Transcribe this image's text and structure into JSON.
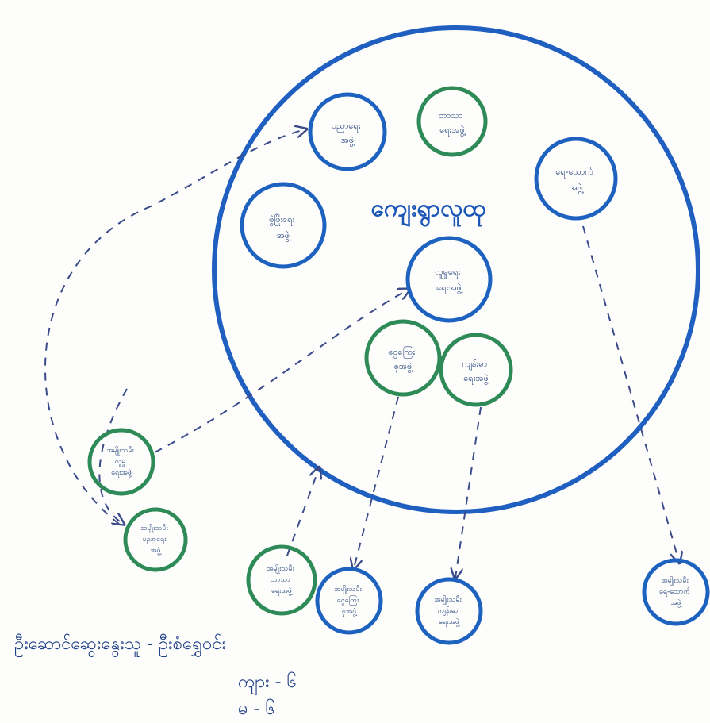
{
  "center": {
    "title": "ကျေးရွာလူထု"
  },
  "inner_groups": [
    {
      "id": "education",
      "line1": "ပညာရေး",
      "line2": "အဖွဲ့",
      "color": "blue"
    },
    {
      "id": "religion",
      "line1": "ဘာသာ",
      "line2": "ရေးအဖွဲ့",
      "color": "green"
    },
    {
      "id": "water",
      "line1": "ရေ-သောက်",
      "line2": "အဖွဲ့",
      "color": "blue"
    },
    {
      "id": "development",
      "line1": "ဖွံ့ဖြိုးရေး",
      "line2": "အဖွဲ့",
      "color": "blue"
    },
    {
      "id": "social",
      "line1": "လူမှုရေး",
      "line2": "ရေးအဖွဲ့",
      "color": "blue"
    },
    {
      "id": "finance",
      "line1": "ငွေကြေး",
      "line2": "စုအဖွဲ့",
      "color": "green"
    },
    {
      "id": "health",
      "line1": "ကျန်းမာ",
      "line2": "ရေးအဖွဲ့",
      "color": "green"
    }
  ],
  "outer_groups": [
    {
      "id": "w-social",
      "line1": "အမျိုးသမီး",
      "line2": "လူမှု",
      "line3": "ရေးအဖွဲ့",
      "color": "green"
    },
    {
      "id": "w-education",
      "line1": "အမျိုးသမီး",
      "line2": "ပညာရေး",
      "line3": "အဖွဲ့",
      "color": "green"
    },
    {
      "id": "w-religion",
      "line1": "အမျိုးသမီး",
      "line2": "ဘာသာ",
      "line3": "ရေးအဖွဲ့",
      "color": "green"
    },
    {
      "id": "w-finance",
      "line1": "အမျိုးသမီး",
      "line2": "ငွေကြေး",
      "line3": "စုအဖွဲ့",
      "color": "blue"
    },
    {
      "id": "w-health",
      "line1": "အမျိုးသမီး",
      "line2": "ကျန်းမာ",
      "line3": "ရေးအဖွဲ့",
      "color": "blue"
    },
    {
      "id": "w-water",
      "line1": "အမျိုးသမီး",
      "line2": "ရေ-သောက်",
      "line3": "အဖွဲ့",
      "color": "blue"
    }
  ],
  "footer": {
    "line1": "ဦးဆောင်ဆွေးနွေးသူ - ဦးစံရွှေဝင်း",
    "male": "ကျား - ၆",
    "female": "မ - ၆"
  },
  "colors": {
    "blue": "#1e62c0",
    "green": "#2e8b57",
    "big_circle": "#1f5fbf",
    "arrow": "#3a4a8a"
  }
}
